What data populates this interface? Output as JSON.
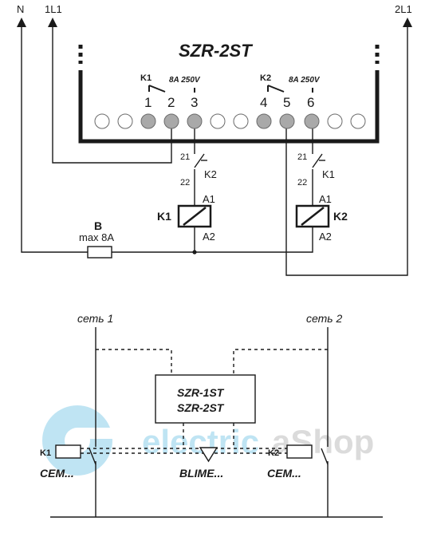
{
  "top": {
    "supply": {
      "n": "N",
      "l1": "1L1",
      "l2": "2L1"
    },
    "device_title": "SZR-2ST",
    "relay_k1": {
      "name": "K1",
      "rating": "8A 250V",
      "terminals": [
        "1",
        "2",
        "3"
      ]
    },
    "relay_k2": {
      "name": "K2",
      "rating": "8A 250V",
      "terminals": [
        "4",
        "5",
        "6"
      ]
    },
    "fuse": {
      "name": "B",
      "rating": "max 8A"
    },
    "contactor_k1": {
      "name": "K1",
      "coil_a1": "A1",
      "coil_a2": "A2",
      "contact_21": "21",
      "contact_22": "22",
      "interlock": "K2"
    },
    "contactor_k2": {
      "name": "K2",
      "coil_a1": "A1",
      "coil_a2": "A2",
      "contact_21": "21",
      "contact_22": "22",
      "interlock": "K1"
    }
  },
  "bottom": {
    "net1": "сеть 1",
    "net2": "сеть 2",
    "box_line1": "SZR-1ST",
    "box_line2": "SZR-2ST",
    "k1": "K1",
    "k2": "K2",
    "cem1": "CEM...",
    "cem2": "CEM...",
    "blime": "BLIME..."
  },
  "watermark": {
    "part1": "electric",
    "part2": "aShop"
  },
  "colors": {
    "line": "#1a1a1a",
    "grey_terminal": "#a9a9a9",
    "watermark_blue": "#2fa8d8",
    "watermark_grey": "#8a8a8a"
  }
}
